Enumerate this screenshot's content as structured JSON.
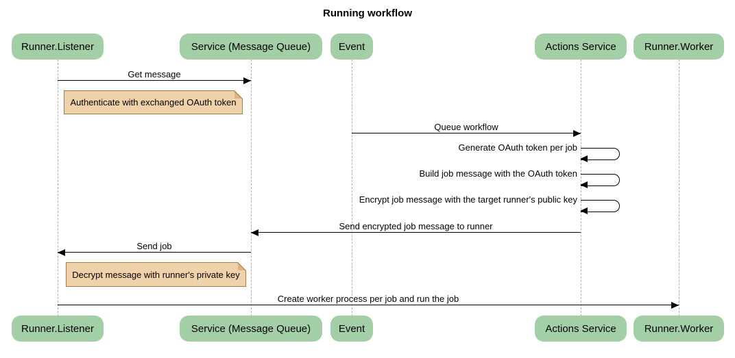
{
  "title": "Running workflow",
  "participants": [
    {
      "id": "runner-listener",
      "label": "Runner.Listener"
    },
    {
      "id": "service-message-queue",
      "label": "Service (Message Queue)"
    },
    {
      "id": "event",
      "label": "Event"
    },
    {
      "id": "actions-service",
      "label": "Actions Service"
    },
    {
      "id": "runner-worker",
      "label": "Runner.Worker"
    }
  ],
  "messages": [
    {
      "label": "Get message",
      "from": "Runner.Listener",
      "to": "Service (Message Queue)",
      "self": false
    },
    {
      "label": "Queue workflow",
      "from": "Event",
      "to": "Actions Service",
      "self": false
    },
    {
      "label": "Generate OAuth token per job",
      "from": "Actions Service",
      "to": "Actions Service",
      "self": true
    },
    {
      "label": "Build job message with the OAuth token",
      "from": "Actions Service",
      "to": "Actions Service",
      "self": true
    },
    {
      "label": "Encrypt job message with the target runner's public key",
      "from": "Actions Service",
      "to": "Actions Service",
      "self": true
    },
    {
      "label": "Send encrypted job message to runner",
      "from": "Actions Service",
      "to": "Service (Message Queue)",
      "self": false
    },
    {
      "label": "Send job",
      "from": "Service (Message Queue)",
      "to": "Runner.Listener",
      "self": false
    },
    {
      "label": "Create worker process per job and run the job",
      "from": "Runner.Listener",
      "to": "Runner.Worker",
      "self": false
    }
  ],
  "notes": [
    {
      "text": "Authenticate with exchanged OAuth token"
    },
    {
      "text": "Decrypt message with runner's private key"
    }
  ],
  "colors": {
    "background": "#FFFFFF",
    "participant_fill": "#A2CFA5",
    "note_fill": "#EFD2A9",
    "note_border": "#A67D49",
    "lifeline": "#B0B0B0",
    "arrow": "#000000",
    "text": "#000000"
  }
}
